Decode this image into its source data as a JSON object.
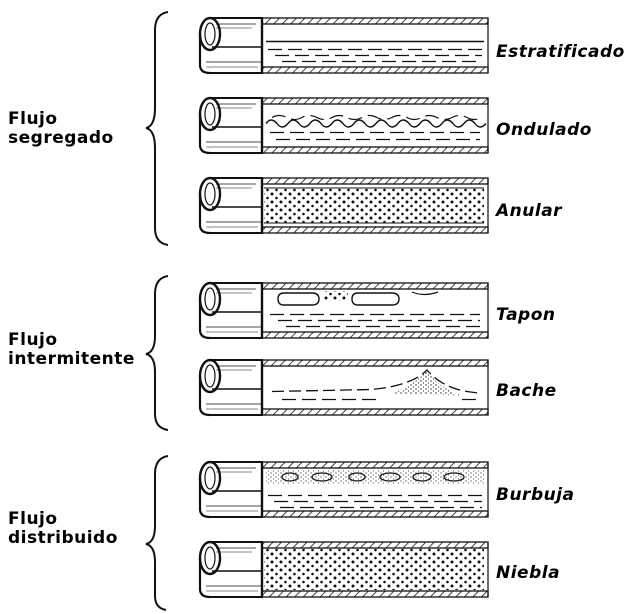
{
  "groups": [
    {
      "label": "Flujo\nsegregado",
      "patterns": [
        "Estratificado",
        "Ondulado",
        "Anular"
      ]
    },
    {
      "label": "Flujo\nintermitente",
      "patterns": [
        "Tapon",
        "Bache"
      ]
    },
    {
      "label": "Flujo\ndistribuido",
      "patterns": [
        "Burbuja",
        "Niebla"
      ]
    }
  ]
}
